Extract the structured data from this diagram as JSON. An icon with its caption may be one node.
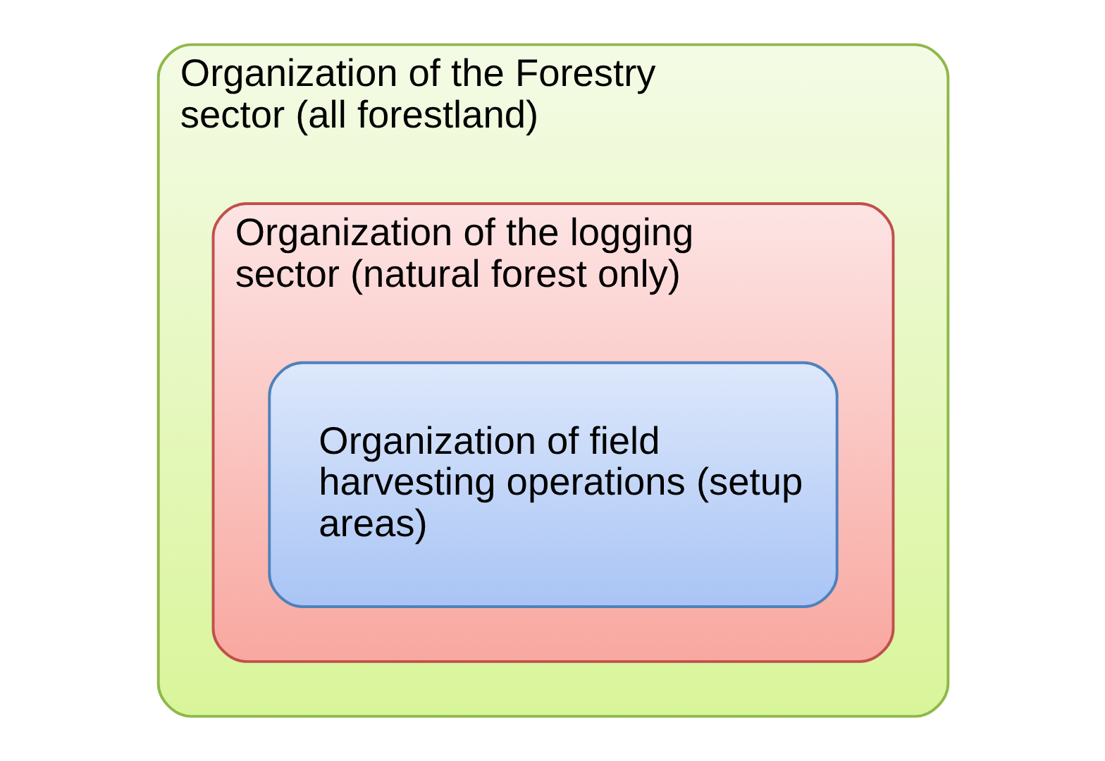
{
  "diagram": {
    "nodes": [
      {
        "text": [
          "Organization of the Forestry sector (all forestland)"
        ]
      },
      {
        "text": [
          "Organization of the logging sector (natural forest only)"
        ],
        "in": 0
      },
      {
        "text": [
          "Organization of field harvesting operations (setup areas)"
        ],
        "in": 1
      }
    ]
  }
}
